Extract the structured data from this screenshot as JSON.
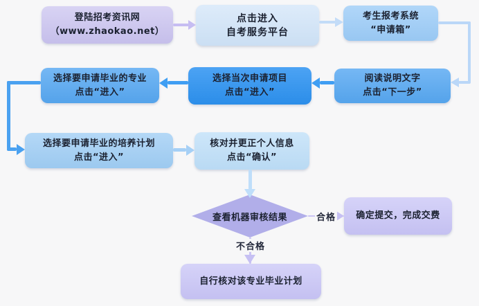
{
  "flow": {
    "nodes": [
      {
        "id": "login-site",
        "line1": "登陆招考资讯网",
        "line2": "（www.zhaokao.net）"
      },
      {
        "id": "enter-platform",
        "line1": "点击进入",
        "line2": "自考服务平台"
      },
      {
        "id": "application-box",
        "line1": "考生报考系统",
        "line2": "“申请箱”"
      },
      {
        "id": "read-instructions",
        "line1": "阅读说明文字",
        "line2": "点击“下一步”"
      },
      {
        "id": "select-project",
        "line1": "选择当次申请项目",
        "line2": "点击“进入”"
      },
      {
        "id": "select-major",
        "line1": "选择要申请毕业的专业",
        "line2": "点击“进入”"
      },
      {
        "id": "select-plan",
        "line1": "选择要申请毕业的培养计划",
        "line2": "点击“进入”"
      },
      {
        "id": "verify-info",
        "line1": "核对并更正个人信息",
        "line2": "点击“确认”"
      },
      {
        "id": "review-result",
        "line1": "查看机器审核结果"
      },
      {
        "id": "submit-pay",
        "line1": "确定提交，完成交费"
      },
      {
        "id": "self-check-plan",
        "line1": "自行核对该专业毕业计划"
      }
    ],
    "branch_labels": {
      "pass": "合格",
      "fail": "不合格"
    },
    "palette": {
      "canvas_bg": "#f7f7f8",
      "lavender_node": "#c9c2ef",
      "pale_blue_node": "#cfe3f8",
      "sky_blue_node": "#9bcbf7",
      "mid_blue_node": "#57a8f2",
      "bright_blue_node": "#2d93f2",
      "light_blue_node": "#9fcdf4",
      "ice_blue_node": "#bddef8",
      "diamond_node": "#b1aee9",
      "purple_result_node": "#c8c4f6",
      "text": "#1b2130",
      "arrow_purple": "#c6bdf2",
      "arrow_pale_blue": "#c3dcf8",
      "arrow_connector_blue": "#bad7f8",
      "arrow_bright_blue": "#3f9ef3",
      "arrow_mid_blue": "#4aa1f0",
      "arrow_light_blue": "#a6d0f6",
      "arrow_down_blue": "#bfdefa",
      "arrow_thin_purple": "#c6c0f3"
    }
  }
}
